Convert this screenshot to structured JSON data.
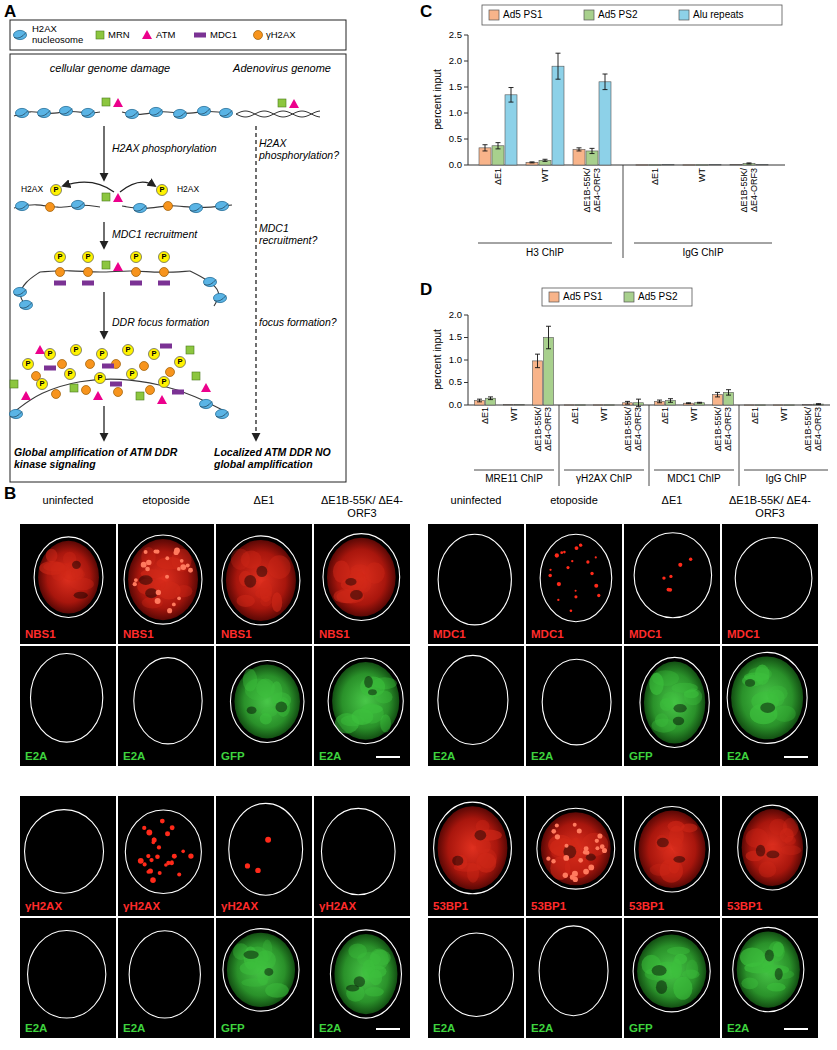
{
  "diagram": {
    "nodes": [
      {
        "text": [
          "NBS1"
        ]
      },
      {
        "text": [
          "NBS1"
        ]
      },
      {
        "text": [
          "NBS1"
        ]
      },
      {
        "text": [
          "NBS1"
        ]
      },
      {
        "text": [
          "MDC1"
        ]
      },
      {
        "text": [
          "MDC1"
        ]
      },
      {
        "text": [
          "MDC1"
        ]
      },
      {
        "text": [
          "MDC1"
        ]
      },
      {
        "text": [
          "E2A"
        ]
      },
      {
        "text": [
          "E2A"
        ]
      },
      {
        "text": [
          "GFP"
        ]
      },
      {
        "text": [
          "E2A"
        ]
      },
      {
        "text": [
          "E2A"
        ]
      },
      {
        "text": [
          "E2A"
        ]
      },
      {
        "text": [
          "GFP"
        ]
      },
      {
        "text": [
          "E2A"
        ]
      },
      {
        "text": [
          "γH2AX"
        ]
      },
      {
        "text": [
          "γH2AX"
        ]
      },
      {
        "text": [
          "γH2AX"
        ]
      },
      {
        "text": [
          "γH2AX"
        ]
      },
      {
        "text": [
          "53BP1"
        ]
      },
      {
        "text": [
          "53BP1"
        ]
      },
      {
        "text": [
          "53BP1"
        ]
      },
      {
        "text": [
          "53BP1"
        ]
      },
      {
        "text": [
          "E2A"
        ]
      },
      {
        "text": [
          "E2A"
        ]
      },
      {
        "text": [
          "GFP"
        ]
      },
      {
        "text": [
          "E2A"
        ]
      },
      {
        "text": [
          "E2A"
        ]
      },
      {
        "text": [
          "E2A"
        ]
      },
      {
        "text": [
          "GFP"
        ]
      },
      {
        "text": [
          "E2A"
        ]
      }
    ],
    "labels": [
      "A",
      "cellular genome damage",
      "Adenovirus genome",
      "H2AX phosphorylation",
      "H2AX phosphorylation?",
      "H2AX",
      "H2AX",
      "P",
      "P",
      "MDC1 recruitment",
      "MDC1 recruitment?",
      "P",
      "P",
      "P",
      "P",
      "DDR focus formation",
      "focus formation?",
      "P",
      "P",
      "P",
      "P",
      "P",
      "P",
      "P",
      "P",
      "P",
      "P",
      "P",
      "P",
      "Global amplification of ATM DDR kinase signaling",
      "Localized ATM DDR NO global amplification",
      "B",
      "uninfected",
      "etoposide",
      "ΔE1",
      "ΔE1B-55K/ ΔE4-ORF3",
      "uninfected",
      "etoposide",
      "ΔE1",
      "ΔE1B-55K/ ΔE4-ORF3",
      "C",
      "percent input",
      "0.0",
      "0.5",
      "1.0",
      "1.5",
      "2.0",
      "2.5",
      "ΔE1",
      "WT",
      "ΔE1B-55K/ ΔE4-ORF3",
      "ΔE1",
      "WT",
      "ΔE1B-55K/ ΔE4-ORF3",
      "H3 ChIP",
      "IgG ChIP",
      "D",
      "percent input",
      "0.0",
      "0.5",
      "1.0",
      "1.5",
      "2.0",
      "ΔE1",
      "WT",
      "ΔE1B-55K/ ΔE4-ORF3",
      "ΔE1",
      "WT",
      "ΔE1B-55K/ ΔE4-ORF3",
      "ΔE1",
      "WT",
      "ΔE1B-55K/ ΔE4-ORF3",
      "ΔE1",
      "WT",
      "ΔE1B-55K/ ΔE4-ORF3",
      "MRE11 ChIP",
      "γH2AX ChIP",
      "MDC1 ChIP",
      "IgG ChIP"
    ],
    "legend": [
      {
        "text": "H2AX nucleosome"
      },
      {
        "text": "MRN",
        "color": "#8cc63f"
      },
      {
        "text": "ATM",
        "color": "#ec008c"
      },
      {
        "text": "MDC1",
        "color": "#7b3294"
      },
      {
        "text": "γH2AX",
        "color": "#f7941d"
      },
      {
        "text": "Ad5 PS1",
        "color": "#f8b48a"
      },
      {
        "text": "Ad5 PS2",
        "color": "#a8d08d"
      },
      {
        "text": "Alu repeats",
        "color": "#8dd1e8"
      },
      {
        "text": "Ad5 PS1",
        "color": "#f8b48a"
      },
      {
        "text": "Ad5 PS2",
        "color": "#a8d08d"
      }
    ]
  }
}
